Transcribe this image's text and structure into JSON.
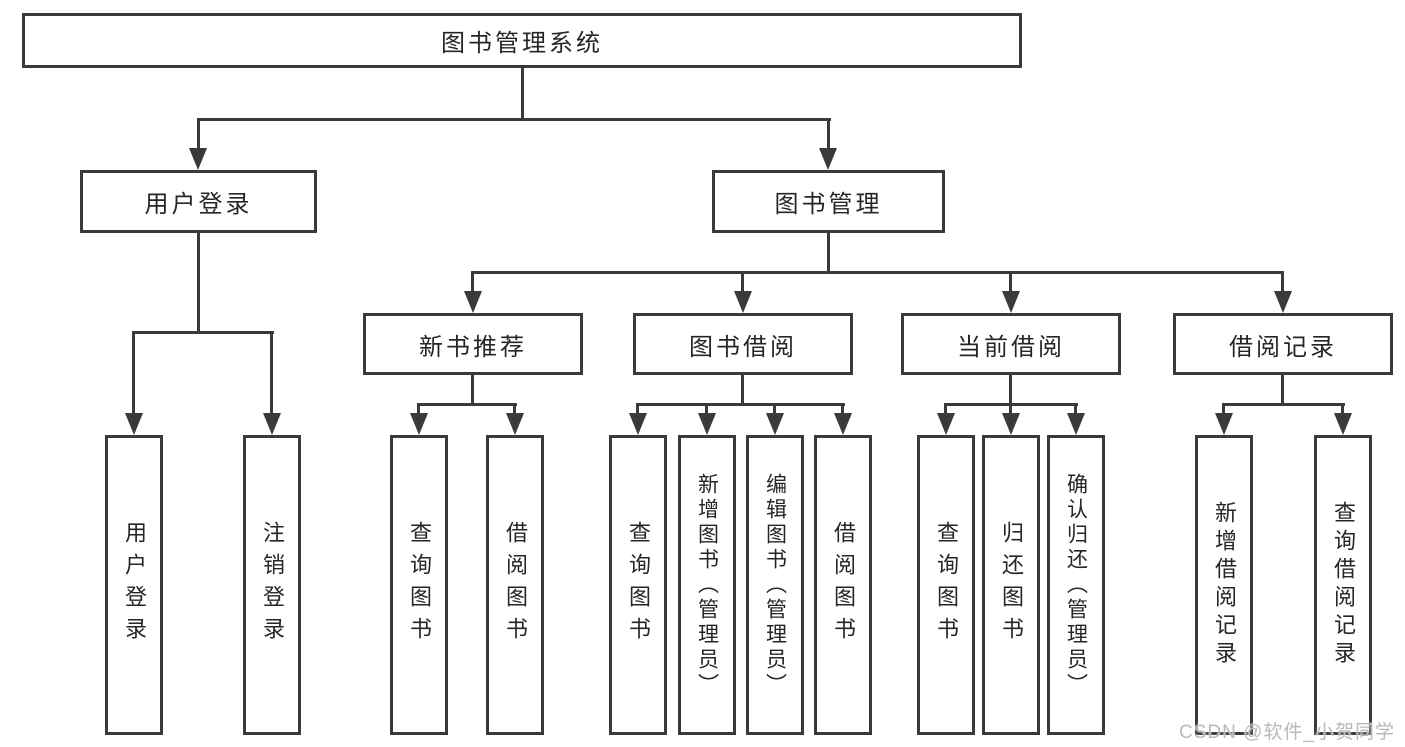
{
  "tree": {
    "label": "图书管理系统",
    "children": [
      {
        "label": "用户登录",
        "children": [
          {
            "label": "用户登录"
          },
          {
            "label": "注销登录"
          }
        ]
      },
      {
        "label": "图书管理",
        "children": [
          {
            "label": "新书推荐",
            "children": [
              {
                "label": "查询图书"
              },
              {
                "label": "借阅图书"
              }
            ]
          },
          {
            "label": "图书借阅",
            "children": [
              {
                "label": "查询图书"
              },
              {
                "label": "新增图书（管理员）"
              },
              {
                "label": "编辑图书（管理员）"
              },
              {
                "label": "借阅图书"
              }
            ]
          },
          {
            "label": "当前借阅",
            "children": [
              {
                "label": "查询图书"
              },
              {
                "label": "归还图书"
              },
              {
                "label": "确认归还（管理员）"
              }
            ]
          },
          {
            "label": "借阅记录",
            "children": [
              {
                "label": "新增借阅记录"
              },
              {
                "label": "查询借阅记录"
              }
            ]
          }
        ]
      }
    ]
  },
  "watermark": "CSDN @软件_小贺同学",
  "colors": {
    "line": "#3a3a3a",
    "box_border": "#3a3a3a",
    "text": "#262626",
    "background": "#ffffff",
    "watermark": "#b9b9b9"
  }
}
